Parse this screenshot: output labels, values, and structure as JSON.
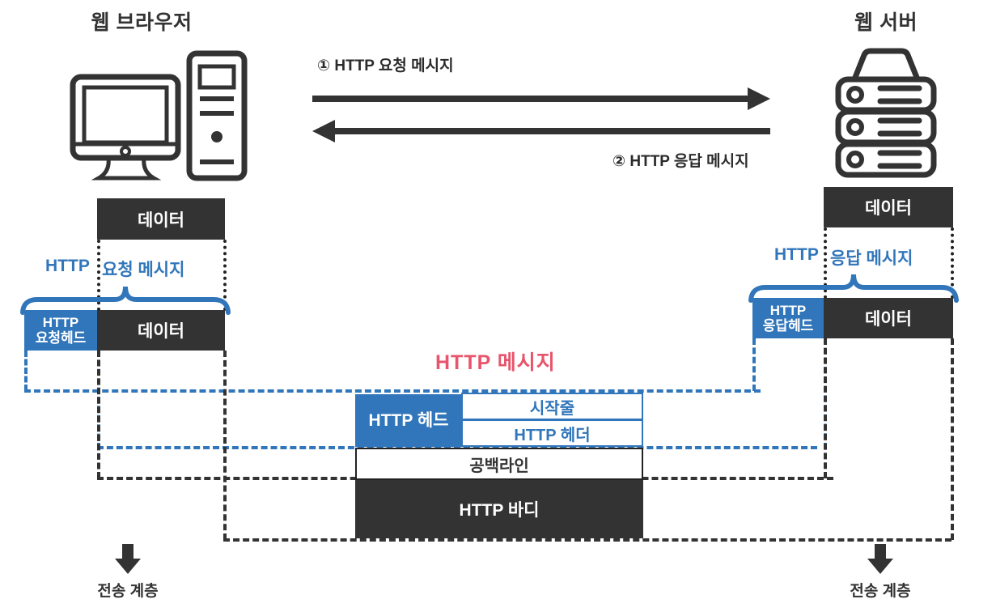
{
  "diagram": {
    "title_red": "HTTP  메시지",
    "colors": {
      "blue": "#3176ba",
      "dark": "#333333",
      "red": "#e8546b",
      "white": "#ffffff"
    }
  },
  "endpoints": {
    "client": {
      "title": "웹 브라우저",
      "icon": "desktop-computer-icon"
    },
    "server": {
      "title": "웹 서버",
      "icon": "server-rack-icon"
    }
  },
  "exchange": {
    "request_label": "① HTTP 요청 메시지",
    "response_label": "② HTTP 응답 메시지"
  },
  "client_stack": {
    "top_data": "데이터",
    "brace_label_1": "HTTP",
    "brace_label_2": "요청 메시지",
    "header_line1": "HTTP",
    "header_line2": "요청헤드",
    "bottom_data": "데이터"
  },
  "server_stack": {
    "top_data": "데이터",
    "brace_label_1": "HTTP",
    "brace_label_2": "응답 메시지",
    "header_line1": "HTTP",
    "header_line2": "응답헤드",
    "bottom_data": "데이터"
  },
  "http_message": {
    "head_label": "HTTP  헤드",
    "start_line": "시작줄",
    "header_line": "HTTP 헤더",
    "blank_line": "공백라인",
    "body": "HTTP 바디"
  },
  "footer": {
    "client_layer": "전송 계층",
    "server_layer": "전송 계층",
    "arrow_icon": "down-arrow-icon"
  }
}
